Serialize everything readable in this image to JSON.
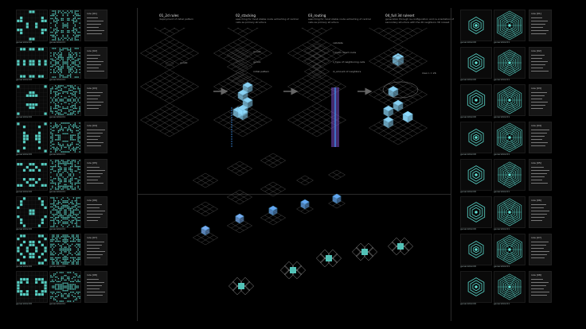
{
  "colors": {
    "accent": "#5fe3d6",
    "grid": "#5a5a5a",
    "highlight": "#3d8fe8",
    "background": "#000000"
  },
  "left_panel": {
    "rows": [
      {
        "labels": [
          "generation00",
          "generation01"
        ],
        "rule": "rule [01]"
      },
      {
        "labels": [
          "generation00",
          "generation01"
        ],
        "rule": "rule [02]"
      },
      {
        "labels": [
          "generation00",
          "generation01"
        ],
        "rule": "rule [03]"
      },
      {
        "labels": [
          "generation00",
          "generation01"
        ],
        "rule": "rule [04]"
      },
      {
        "labels": [
          "generation00",
          "generation01"
        ],
        "rule": "rule [05]"
      },
      {
        "labels": [
          "generation00",
          "generation01"
        ],
        "rule": "rule [06]"
      },
      {
        "labels": [
          "generation00",
          "generation01"
        ],
        "rule": "rule [07]"
      },
      {
        "labels": [
          "generation00",
          "generation01"
        ],
        "rule": "rule [08]"
      }
    ]
  },
  "right_panel": {
    "rows": [
      {
        "labels": [
          "generation00",
          "generation01"
        ],
        "rule": "rule [01]"
      },
      {
        "labels": [
          "generation00",
          "generation01"
        ],
        "rule": "rule [02]"
      },
      {
        "labels": [
          "generation00",
          "generation01"
        ],
        "rule": "rule [03]"
      },
      {
        "labels": [
          "generation00",
          "generation01"
        ],
        "rule": "rule [04]"
      },
      {
        "labels": [
          "generation00",
          "generation01"
        ],
        "rule": "rule [05]"
      },
      {
        "labels": [
          "generation00",
          "generation01"
        ],
        "rule": "rule [06]"
      },
      {
        "labels": [
          "generation00",
          "generation01"
        ],
        "rule": "rule [07]"
      },
      {
        "labels": [
          "generation00",
          "generation01"
        ],
        "rule": "rule [08]"
      }
    ]
  },
  "stages": [
    {
      "title": "01_2d rules",
      "subtitle": "deployment of initial pattern",
      "labels": [
        "gen00"
      ]
    },
    {
      "title": "02_stacking",
      "subtitle": "searching for most stable route extracting of central cells as primary structure",
      "labels": [
        "gen00",
        "gen01",
        "initial pattern"
      ]
    },
    {
      "title": "03_routing",
      "subtitle": "searching for most stable route extracting of central cells as primary structure",
      "labels": [
        "cellstate",
        "i_mean direct route",
        "ii_type of neighboring cells",
        "iii_amount of neighbors"
      ]
    },
    {
      "title": "04_full 3d ruleset",
      "subtitle": "generation through re-configuration and re-orientation of secondary structure with the 26 neighbors 3D ruleset",
      "labels": [
        "max n = 26"
      ]
    }
  ]
}
